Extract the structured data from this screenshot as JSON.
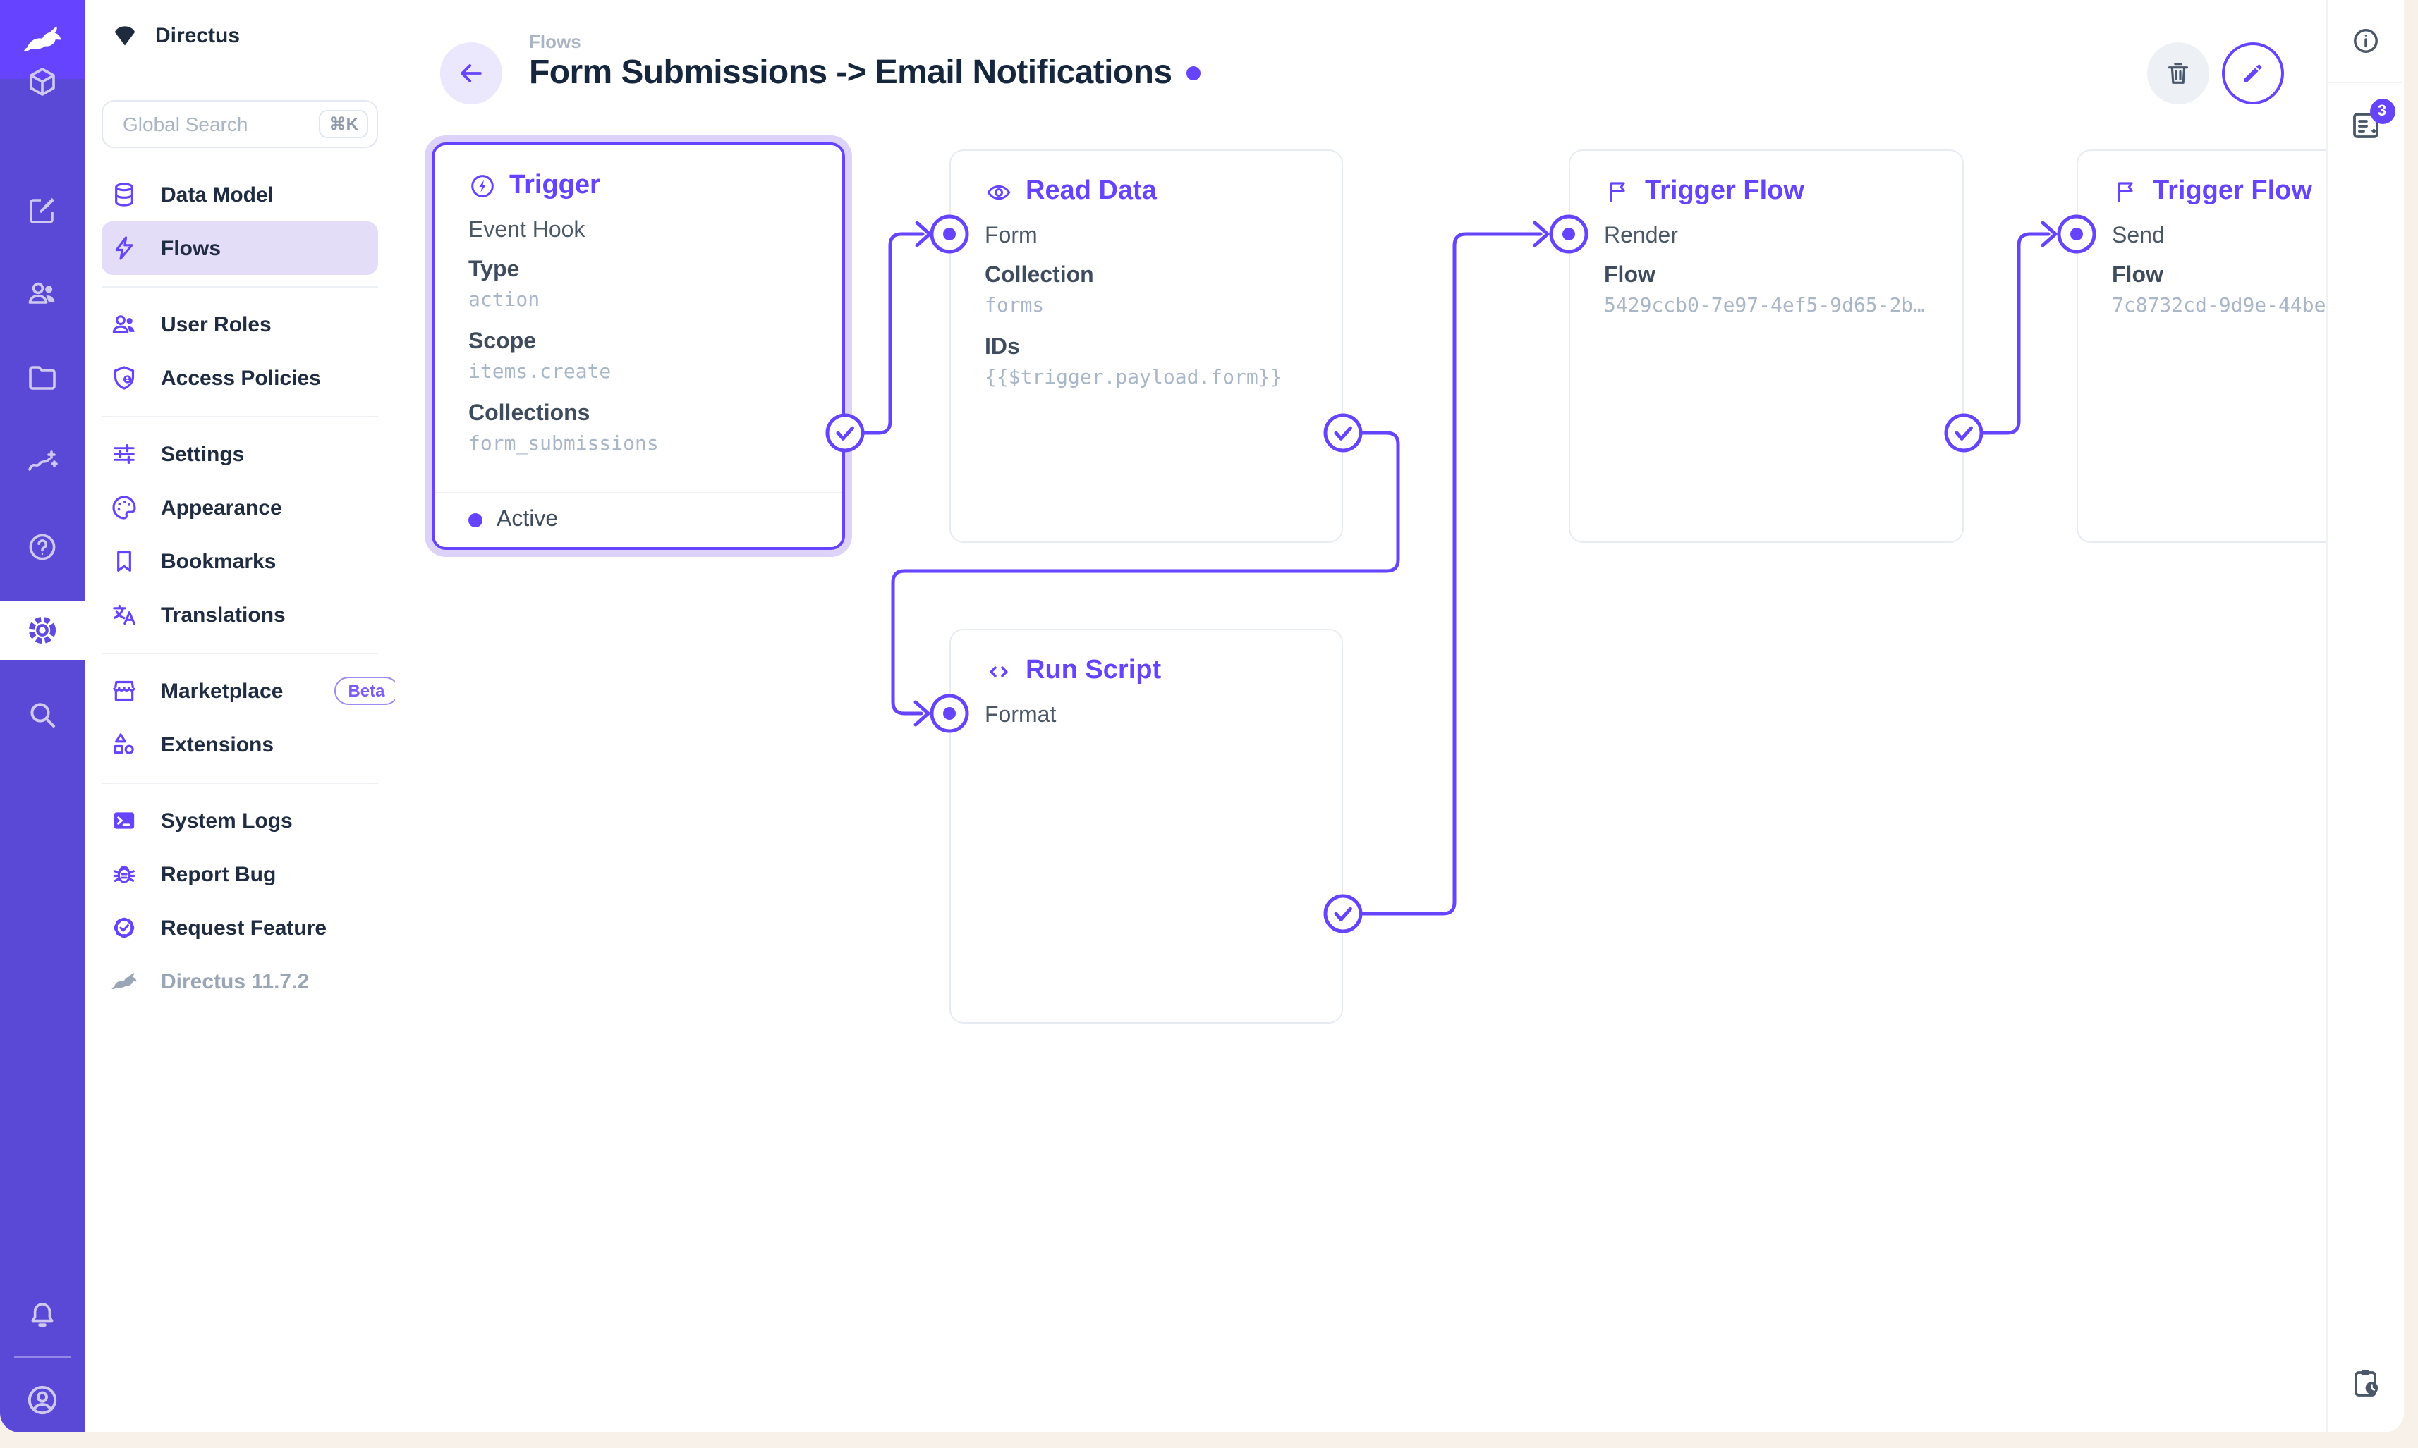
{
  "colors": {
    "accent": "#6644ff",
    "module_bar": "#5a49d6",
    "selection_halo": "#ddd3fa"
  },
  "module_bar": {
    "items": [
      "directus-logo",
      "content",
      "editor",
      "users",
      "files",
      "insights",
      "help",
      "settings",
      "search",
      "notifications",
      "account"
    ],
    "active_item": "settings"
  },
  "sidebar": {
    "project_name": "Directus",
    "search": {
      "placeholder": "Global Search",
      "shortcut": "⌘K"
    },
    "items": [
      {
        "label": "Data Model"
      },
      {
        "label": "Flows",
        "active": true
      },
      {
        "label": "User Roles"
      },
      {
        "label": "Access Policies"
      },
      {
        "label": "Settings"
      },
      {
        "label": "Appearance"
      },
      {
        "label": "Bookmarks"
      },
      {
        "label": "Translations"
      },
      {
        "label": "Marketplace",
        "badge": "Beta"
      },
      {
        "label": "Extensions"
      },
      {
        "label": "System Logs"
      },
      {
        "label": "Report Bug"
      },
      {
        "label": "Request Feature"
      }
    ],
    "version": "Directus 11.7.2"
  },
  "header": {
    "breadcrumb": "Flows",
    "title": "Form Submissions -> Email Notifications"
  },
  "right_rail": {
    "badge": "3"
  },
  "flow": {
    "panels": [
      {
        "title": "Trigger",
        "name": "Event Hook",
        "status": "Active",
        "selected": true,
        "fields": [
          {
            "label": "Type",
            "value": "action"
          },
          {
            "label": "Scope",
            "value": "items.create"
          },
          {
            "label": "Collections",
            "value": "form_submissions"
          }
        ]
      },
      {
        "title": "Read Data",
        "name": "Form",
        "fields": [
          {
            "label": "Collection",
            "value": "forms"
          },
          {
            "label": "IDs",
            "value": "{{$trigger.payload.form}}"
          }
        ]
      },
      {
        "title": "Trigger Flow",
        "name": "Render",
        "fields": [
          {
            "label": "Flow",
            "value": "5429ccb0-7e97-4ef5-9d65-2b…"
          }
        ]
      },
      {
        "title": "Trigger Flow",
        "name": "Send",
        "fields": [
          {
            "label": "Flow",
            "value": "7c8732cd-9d9e-44be"
          }
        ]
      },
      {
        "title": "Run Script",
        "name": "Format",
        "fields": []
      }
    ]
  }
}
